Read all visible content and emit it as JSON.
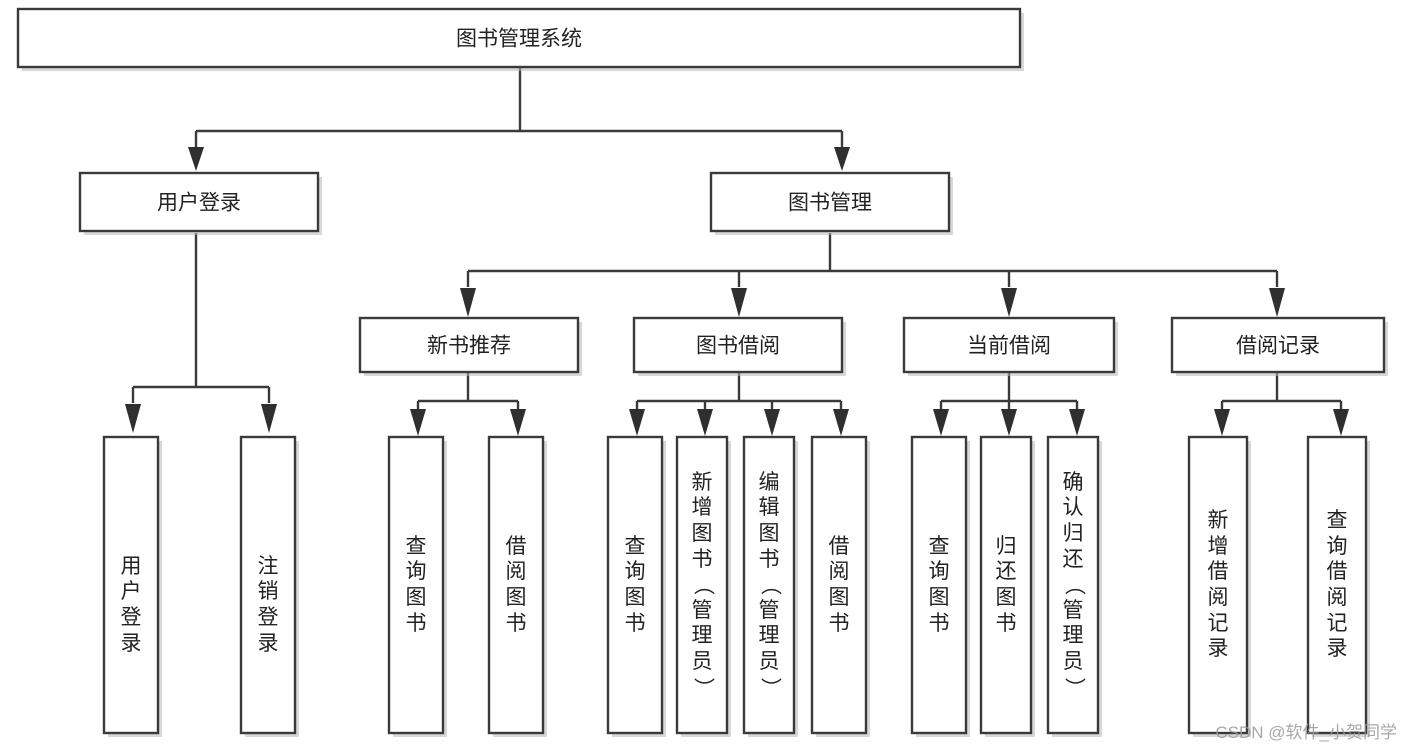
{
  "diagram": {
    "title": "图书管理系统",
    "type": "tree-hierarchy",
    "watermark": "CSDN @软件_小贺同学",
    "colors": {
      "background": "#ffffff",
      "box_border": "#3a3a3a",
      "box_fill": "#ffffff",
      "connector": "#3a3a3a",
      "arrow": "#2f2f2f",
      "text": "#222222",
      "watermark": "#9a9a9a"
    },
    "root": {
      "label": "图书管理系统"
    },
    "level2": [
      {
        "label": "用户登录"
      },
      {
        "label": "图书管理"
      }
    ],
    "level3": [
      {
        "label": "新书推荐"
      },
      {
        "label": "图书借阅"
      },
      {
        "label": "当前借阅"
      },
      {
        "label": "借阅记录"
      }
    ],
    "leaves": {
      "user_login": [
        {
          "label": "用户登录"
        },
        {
          "label": "注销登录"
        }
      ],
      "new_book_recommend": [
        {
          "label": "查询图书"
        },
        {
          "label": "借阅图书"
        }
      ],
      "book_borrow": [
        {
          "label": "查询图书"
        },
        {
          "label": "新增图书（管理员）"
        },
        {
          "label": "编辑图书（管理员）"
        },
        {
          "label": "借阅图书"
        }
      ],
      "current_borrow": [
        {
          "label": "查询图书"
        },
        {
          "label": "归还图书"
        },
        {
          "label": "确认归还（管理员）"
        }
      ],
      "borrow_records": [
        {
          "label": "新增借阅记录"
        },
        {
          "label": "查询借阅记录"
        }
      ]
    }
  }
}
